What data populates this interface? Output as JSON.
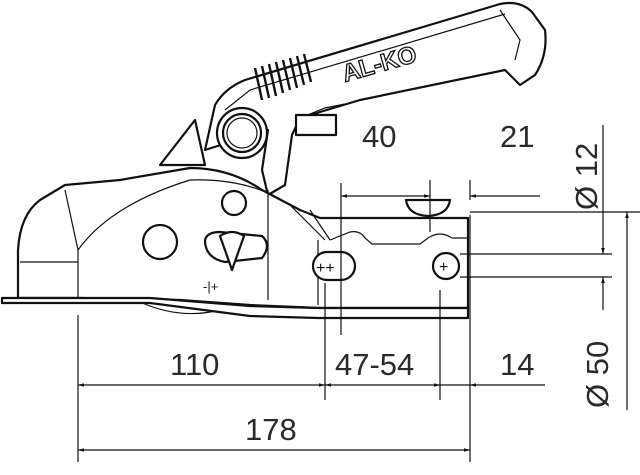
{
  "drawing": {
    "brand_logo": "AL-KO",
    "adjust_marks": "-|+",
    "hole_marks_left": "++",
    "hole_marks_right": "+",
    "dimensions": {
      "d40": "40",
      "d21": "21",
      "d12": "Ø 12",
      "d50": "Ø 50",
      "d110": "110",
      "d47_54": "47-54",
      "d14": "14",
      "d178": "178"
    },
    "line_color": "#111111"
  }
}
